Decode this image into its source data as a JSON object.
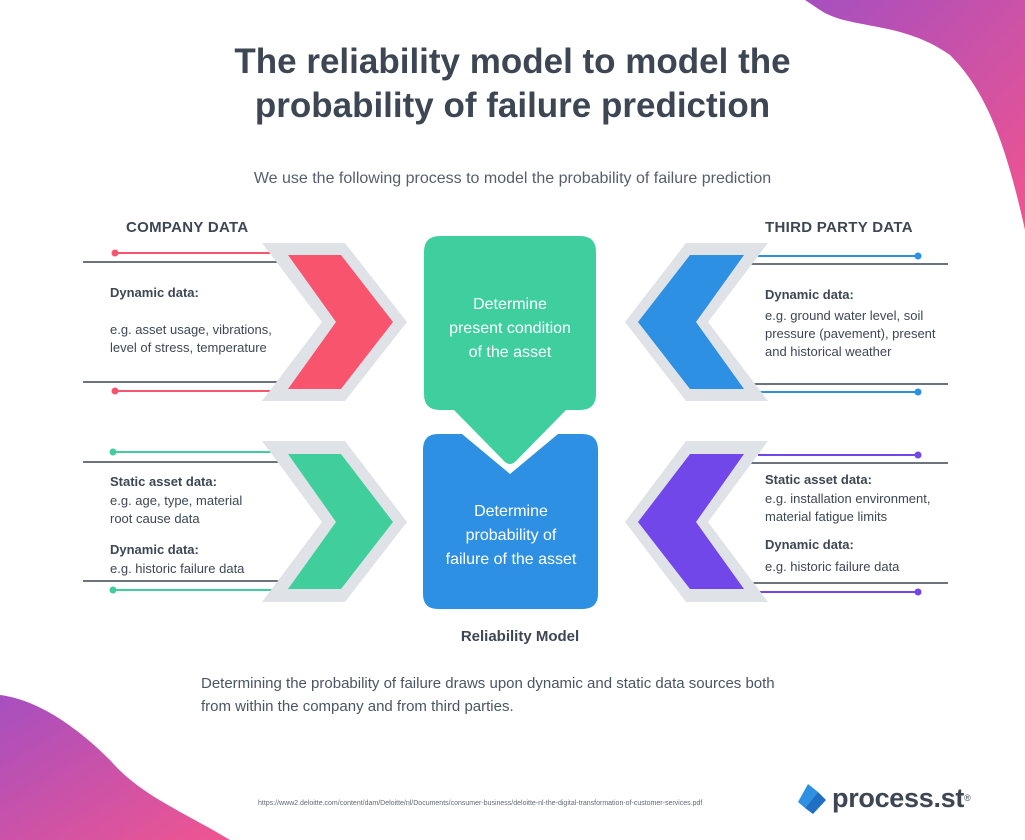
{
  "title_line1": "The reliability model to model the",
  "title_line2": "probability of failure prediction",
  "subtitle": "We use the following process to model the probability of failure prediction",
  "company": {
    "heading": "COMPANY DATA",
    "dynamic_label": "Dynamic data:",
    "dynamic_text_1": "e.g. asset usage, vibrations,",
    "dynamic_text_2": "level of stress, temperature",
    "static_label": "Static asset data:",
    "static_text_1": "e.g. age, type, material",
    "static_text_2": "root cause data",
    "dynamic2_label": "Dynamic data:",
    "dynamic2_text": "e.g. historic failure data"
  },
  "third_party": {
    "heading": "THIRD PARTY DATA",
    "dynamic_label": "Dynamic data:",
    "dynamic_text_1": "e.g. ground water level, soil",
    "dynamic_text_2": "pressure (pavement), present",
    "dynamic_text_3": "and historical weather",
    "static_label": "Static asset data:",
    "static_text_1": "e.g. installation environment,",
    "static_text_2": "material fatigue limits",
    "dynamic2_label": "Dynamic data:",
    "dynamic2_text": "e.g. historic failure data"
  },
  "center": {
    "top_line1": "Determine",
    "top_line2": "present condition",
    "top_line3": "of the asset",
    "bottom_line1": "Determine",
    "bottom_line2": "probability of",
    "bottom_line3": "failure of the asset",
    "label": "Reliability Model"
  },
  "footer_line1": "Determining the probability of failure draws upon dynamic and static data sources both",
  "footer_line2": "from within the company and from third parties.",
  "source_url": "https://www2.deloitte.com/content/dam/Deloitte/nl/Documents/consumer-business/deloitte-nl-the-digital-transformation-of-customer-services.pdf",
  "logo": {
    "word": "process",
    "suffix": ".st",
    "mark": "®"
  },
  "colors": {
    "red": "#f9546e",
    "green": "#40cf9c",
    "blue": "#2d90e2",
    "purple": "#7247ea",
    "teal": "#3fcf9f",
    "pink_wave": "#d6479b",
    "violet_wave": "#9b4fb8",
    "grey_chevron": "#dfe3e8",
    "text": "#3d4754"
  }
}
